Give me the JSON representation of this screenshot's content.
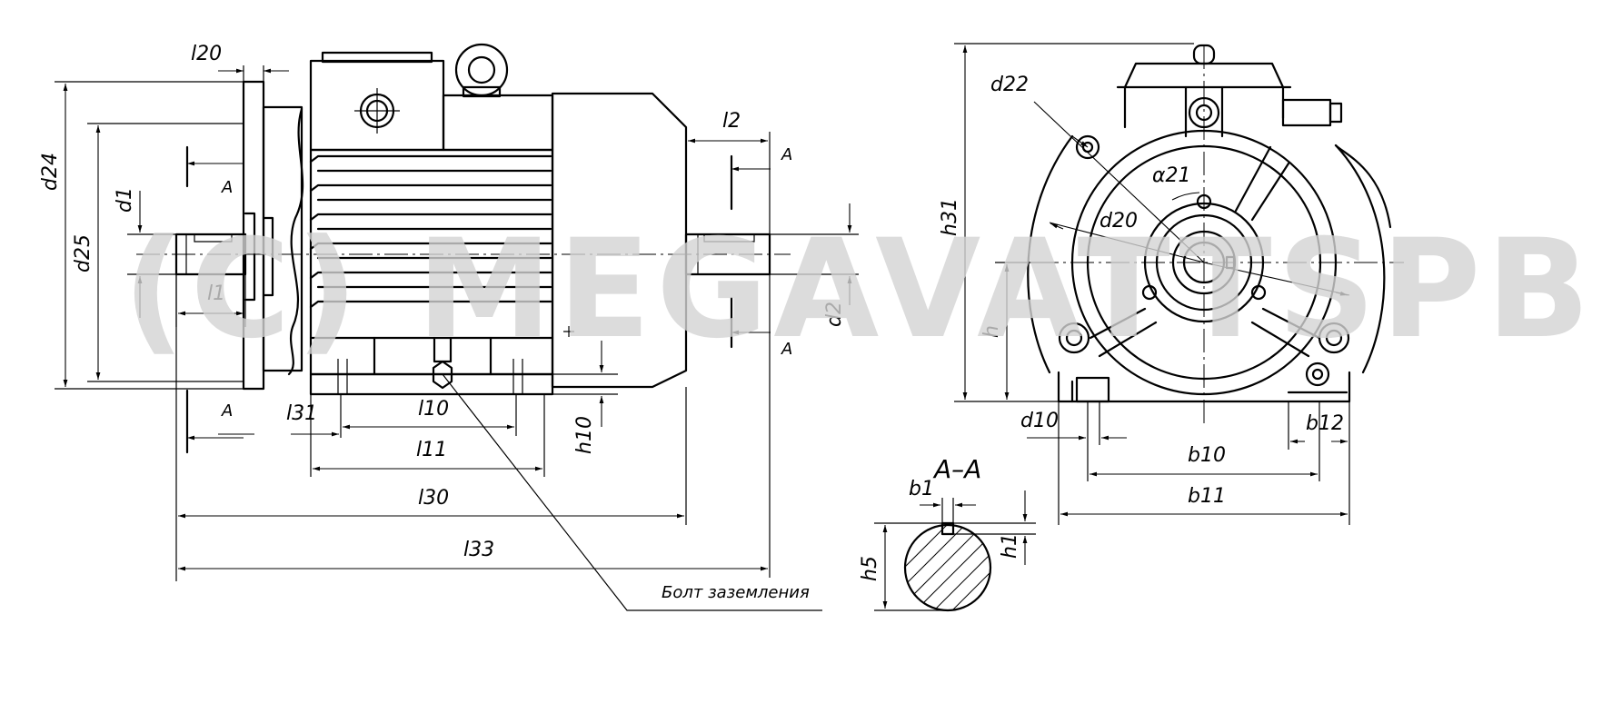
{
  "watermark": "(C) MEGAVATTSPB.RU",
  "section_title": "A–A",
  "section_marker": "A",
  "ground_bolt_label": "Болт заземления",
  "dims": {
    "l20": "l20",
    "l2": "l2",
    "l1": "l1",
    "l31": "l31",
    "l10": "l10",
    "l11": "l11",
    "l30": "l30",
    "l33": "l33",
    "h10": "h10",
    "d24": "d24",
    "d25": "d25",
    "d1": "d1",
    "d2": "d2",
    "d22": "d22",
    "d20": "d20",
    "a21": "α21",
    "h31": "h31",
    "h": "h",
    "d10": "d10",
    "b10": "b10",
    "b11": "b11",
    "b12": "b12",
    "b1": "b1",
    "h1": "h1",
    "h5": "h5"
  }
}
